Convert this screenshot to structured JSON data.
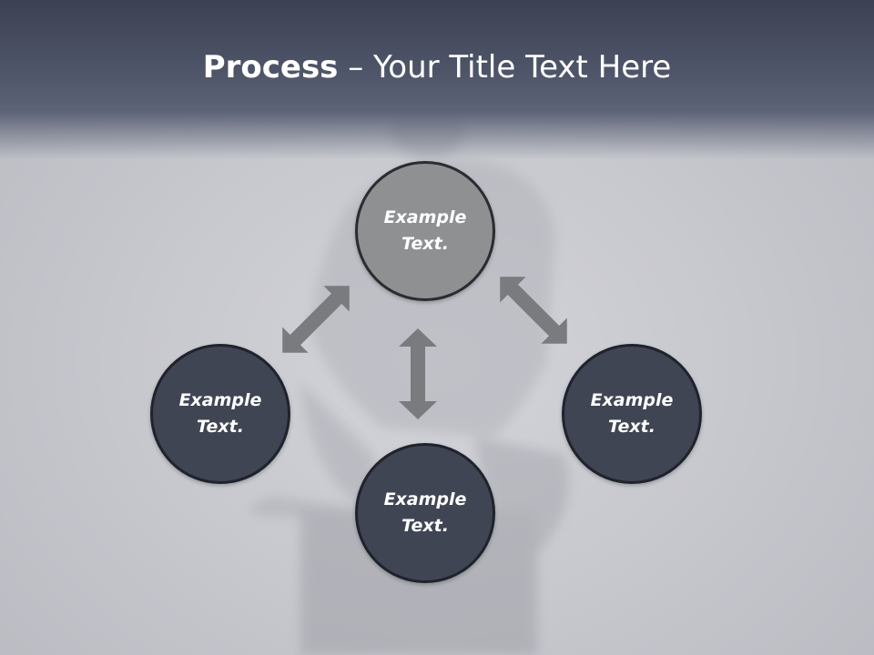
{
  "header": {
    "title_bold": "Process",
    "title_rest": " – Your Title Text Here"
  },
  "nodes": {
    "top": {
      "text": "Example Text."
    },
    "left": {
      "text": "Example Text."
    },
    "bottom": {
      "text": "Example Text."
    },
    "right": {
      "text": "Example Text."
    }
  },
  "colors": {
    "header": "#3c4252",
    "node_dark": "#404553",
    "node_light": "#8f9092",
    "arrow": "#7a7b7e"
  }
}
